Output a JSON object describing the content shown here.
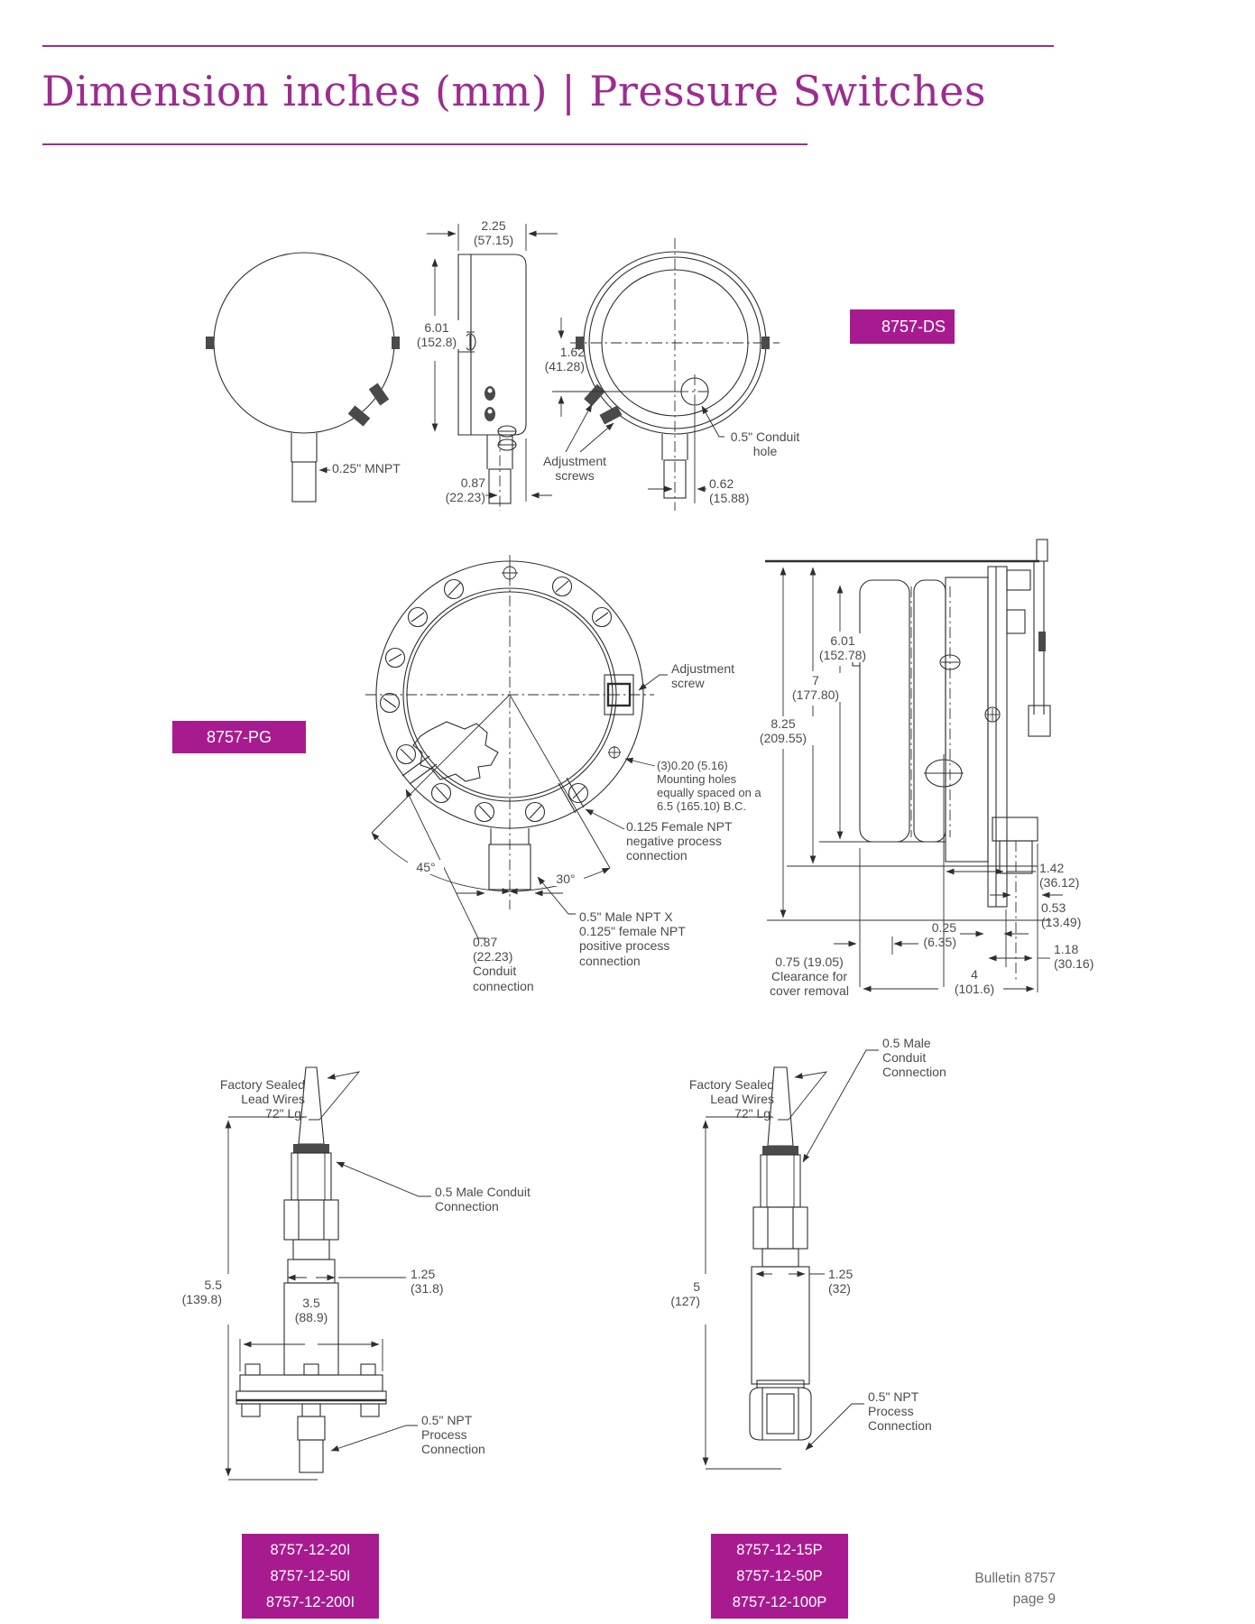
{
  "title": "Dimension inches (mm) | Pressure Switches",
  "colors": {
    "accent": "#9c2d8f",
    "accent_box": "#a81b90",
    "ink": "#2e2e30",
    "label": "#4b4b4d",
    "footer_gray": "#6b6c6e"
  },
  "ds": {
    "tag": "8757-DS",
    "dim_width": "2.25\n(57.15)",
    "dim_height": "6.01\n(152.8)",
    "mnpt": "0.25\" MNPT",
    "dim_stem_offset": "0.87\n(22.23)",
    "dim_conduit_offset_v": "1.62\n(41.28)",
    "adjustment_screws": "Adjustment\nscrews",
    "conduit_hole": "0.5\" Conduit\nhole",
    "dim_conduit_offset_h": "0.62\n(15.88)"
  },
  "pg": {
    "tag": "8757-PG",
    "adjustment_screw": "Adjustment\nscrew",
    "mounting_holes": "(3)0.20 (5.16)\nMounting holes\nequally spaced on a\n6.5 (165.10) B.C.",
    "negative_npt": "0.125 Female NPT\nnegative process\nconnection",
    "angle_left": "45°",
    "angle_right": "30°",
    "conduit_connection": "0.87\n(22.23)\nConduit\nconnection",
    "positive_npt": "0.5\" Male NPT X\n0.125\" female NPT\npositive process\nconnection",
    "dim_601": "6.01\n(152.78)",
    "dim_7": "7\n(177.80)",
    "dim_825": "8.25\n(209.55)",
    "dim_142": "1.42\n(36.12)",
    "dim_053": "0.53\n(13.49)",
    "dim_025": "0.25\n(6.35)",
    "dim_118": "1.18\n(30.16)",
    "clearance": "0.75 (19.05)\nClearance for\ncover removal",
    "dim_4": "4\n(101.6)"
  },
  "switch_i": {
    "models": [
      "8757-12-20I",
      "8757-12-50I",
      "8757-12-200I"
    ],
    "lead_wires": "Factory Sealed\nLead Wires\n72\" Lg.",
    "conduit": "0.5 Male Conduit\nConnection",
    "dim_width": "1.25\n(31.8)",
    "dim_flange": "3.5\n(88.9)",
    "dim_height": "5.5\n(139.8)",
    "process": "0.5\" NPT\nProcess\nConnection"
  },
  "switch_p": {
    "models": [
      "8757-12-15P",
      "8757-12-50P",
      "8757-12-100P"
    ],
    "lead_wires": "Factory Sealed\nLead Wires\n72\" Lg.",
    "conduit": "0.5 Male\nConduit\nConnection",
    "dim_width": "1.25\n(32)",
    "dim_height": "5\n(127)",
    "process": "0.5\" NPT\nProcess\nConnection"
  },
  "footer": {
    "bulletin": "Bulletin 8757",
    "page": "page 9"
  }
}
